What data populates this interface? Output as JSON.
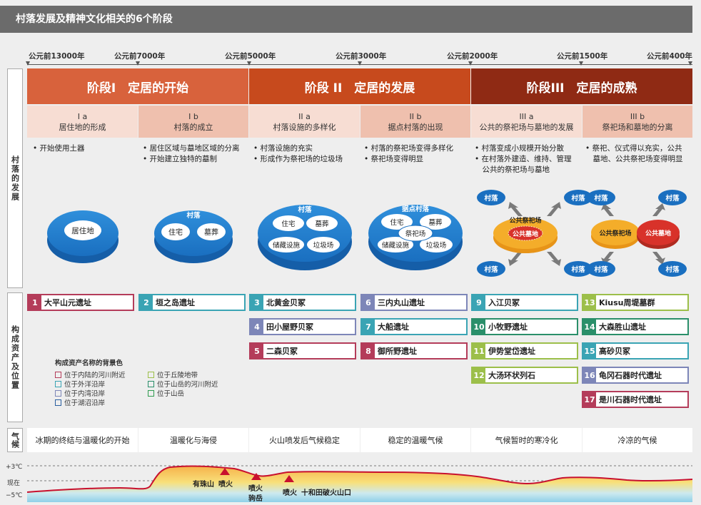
{
  "title": "村落发展及精神文化相关的6个阶段",
  "years": [
    "公元前13000年",
    "公元前7000年",
    "公元前5000年",
    "公元前3000年",
    "公元前2000年",
    "公元前1500年",
    "公元前400年"
  ],
  "side_labels": {
    "village": "村落的发展",
    "assets": "构成资产及位置",
    "climate": "气候"
  },
  "stages": [
    {
      "label": "阶段I　定居的开始",
      "color": "#d8623c"
    },
    {
      "label": "阶段 II　定居的发展",
      "color": "#c74a1d"
    },
    {
      "label": "阶段III　定居的成熟",
      "color": "#8f2a14"
    }
  ],
  "substages": [
    {
      "roman": "I a",
      "name": "居住地的形成"
    },
    {
      "roman": "I b",
      "name": "村落的成立"
    },
    {
      "roman": "II a",
      "name": "村落设施的多样化"
    },
    {
      "roman": "II b",
      "name": "据点村落的出现"
    },
    {
      "roman": "III a",
      "name": "公共的祭祀场与墓地的发展"
    },
    {
      "roman": "III b",
      "name": "祭祀场和墓地的分离"
    }
  ],
  "descriptions": [
    [
      "• 开始使用土器"
    ],
    [
      "• 居住区域与墓地区域的分离",
      "• 开始建立独特的墓制"
    ],
    [
      "• 村落设施的充实",
      "• 形成作为祭祀场的垃圾场"
    ],
    [
      "• 村落的祭祀场变得多样化",
      "• 祭祀场变得明显"
    ],
    [
      "• 村落变成小规模开始分散",
      "• 在村落外建造、维持、管理",
      "　公共的祭祀场与墓地"
    ],
    [
      "• 祭祀、仪式得以充实，公共",
      "　墓地、公共祭祀场变得明显"
    ]
  ],
  "diagrams": {
    "d1": {
      "c1": "居住地"
    },
    "d2": {
      "title": "村落",
      "a": "住宅",
      "b": "墓葬"
    },
    "d3": {
      "title": "村落",
      "a": "住宅",
      "b": "墓葬",
      "c": "储藏设施",
      "d": "垃圾场"
    },
    "d4": {
      "title": "据点村落",
      "a": "住宅",
      "b": "墓葬",
      "c": "储藏设施",
      "d": "垃圾场",
      "e": "祭祀场"
    },
    "d5": {
      "v": "村落",
      "outer": "公共祭祀场",
      "inner": "公共墓地"
    },
    "d6": {
      "v": "村落",
      "left": "公共祭祀场",
      "right": "公共墓地"
    }
  },
  "sites": [
    {
      "num": "1",
      "name": "大平山元遗址",
      "color": "#b43c5a"
    },
    {
      "num": "2",
      "name": "垣之岛遗址",
      "color": "#3aa4b4"
    },
    {
      "num": "3",
      "name": "北黄金贝冢",
      "color": "#3aa4b4"
    },
    {
      "num": "4",
      "name": "田小屋野贝冢",
      "color": "#7d86b8"
    },
    {
      "num": "5",
      "name": "二森贝冢",
      "color": "#b43c5a"
    },
    {
      "num": "6",
      "name": "三内丸山遗址",
      "color": "#7d86b8"
    },
    {
      "num": "7",
      "name": "大船遗址",
      "color": "#3aa4b4"
    },
    {
      "num": "8",
      "name": "御所野遗址",
      "color": "#b43c5a"
    },
    {
      "num": "9",
      "name": "入江贝冢",
      "color": "#3aa4b4"
    },
    {
      "num": "10",
      "name": "小牧野遗址",
      "color": "#2a8f6a"
    },
    {
      "num": "11",
      "name": "伊势堂岱遗址",
      "color": "#9cbf4a"
    },
    {
      "num": "12",
      "name": "大汤环状列石",
      "color": "#9cbf4a"
    },
    {
      "num": "13",
      "name": "Kiusu周堤墓群",
      "color": "#9cbf4a"
    },
    {
      "num": "14",
      "name": "大森胜山遗址",
      "color": "#2a8f6a"
    },
    {
      "num": "15",
      "name": "高砂贝冢",
      "color": "#3aa4b4"
    },
    {
      "num": "16",
      "name": "龟冈石器时代遗址",
      "color": "#7d86b8"
    },
    {
      "num": "17",
      "name": "是川石器时代遗址",
      "color": "#b43c5a"
    }
  ],
  "legend": {
    "title": "构成资产名称的背景色",
    "items": [
      {
        "label": "位于内陆的河川附近",
        "color": "#b43c5a"
      },
      {
        "label": "位于外洋沿岸",
        "color": "#3aa4b4"
      },
      {
        "label": "位于内湾沿岸",
        "color": "#7d86b8"
      },
      {
        "label": "位于湖沼沿岸",
        "color": "#2a5fa0"
      },
      {
        "label": "位于丘陵地带",
        "color": "#9cbf4a"
      },
      {
        "label": "位于山岳的河川附近",
        "color": "#2a8f6a"
      },
      {
        "label": "位于山岳",
        "color": "#2f9b4f"
      }
    ]
  },
  "climate": [
    "冰期的终结与温暖化的开始",
    "温暖化与海侵",
    "火山喷发后气候稳定",
    "稳定的温暖气候",
    "气候暂时的寒冷化",
    "冷凉的气候"
  ],
  "temp_labels": [
    "+3℃",
    "现在",
    "−5℃"
  ],
  "volcano_labels": {
    "v1a": "有珠山",
    "v1b": "喷火",
    "v2a": "喷火",
    "v2b": "驹岳",
    "v3a": "喷火",
    "v3b": "十和田破火山口"
  }
}
